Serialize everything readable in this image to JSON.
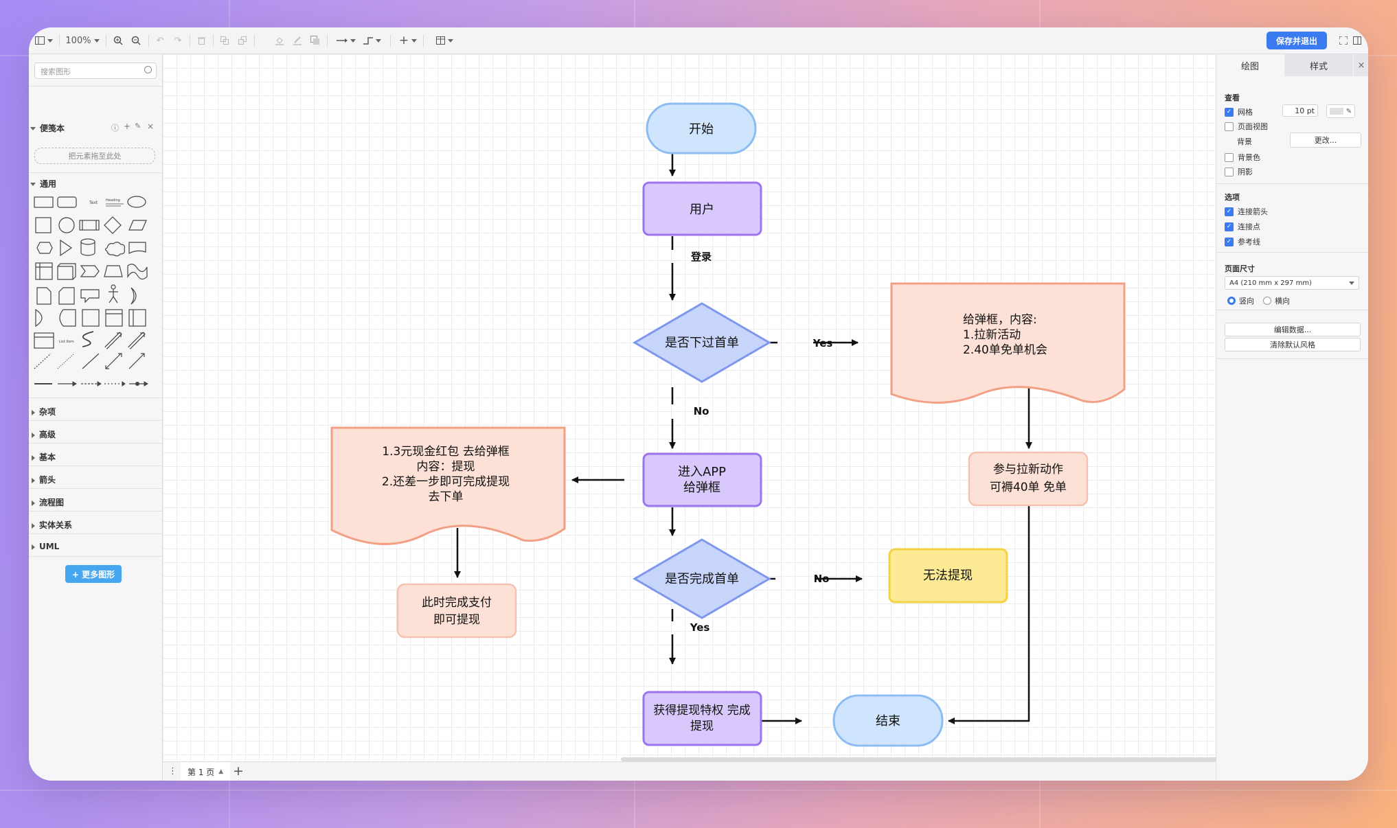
{
  "toolbar": {
    "zoom": "100%",
    "save_label": "保存并退出"
  },
  "left": {
    "search_placeholder": "搜索图形",
    "scratchpad_title": "便笺本",
    "dropzone": "把元素拖至此处",
    "general_title": "通用",
    "categories": [
      "杂项",
      "高级",
      "基本",
      "箭头",
      "流程图",
      "实体关系",
      "UML"
    ],
    "more_shapes": "+ 更多图形"
  },
  "page": {
    "tab": "第 1 页"
  },
  "right": {
    "tab_diagram": "绘图",
    "tab_style": "样式",
    "view_title": "查看",
    "grid": "网格",
    "grid_size": "10 pt",
    "page_view": "页面视图",
    "background": "背景",
    "change": "更改...",
    "bg_color": "背景色",
    "shadow": "阴影",
    "options_title": "选项",
    "connection_arrows": "连接箭头",
    "connection_points": "连接点",
    "guides": "参考线",
    "page_size_title": "页面尺寸",
    "page_size": "A4 (210 mm x 297 mm)",
    "portrait": "竖向",
    "landscape": "横向",
    "edit_data": "编辑数据...",
    "clear_style": "清除默认风格"
  },
  "diagram": {
    "start": "开始",
    "user": "用户",
    "login": "登录",
    "ordered": "是否下过首单",
    "yes1": "Yes",
    "popup1": [
      "给弹框，内容:",
      "1.拉新活动",
      "2.40单免单机会"
    ],
    "no1": "No",
    "enter_app": [
      "进入APP",
      "给弹框"
    ],
    "popup2": [
      "1.3元现金红包 去给弹框",
      "内容：提现",
      "2.还差一步即可完成提现",
      "去下单"
    ],
    "pay": [
      "此时完成支付",
      "即可提现"
    ],
    "invite": [
      "参与拉新动作",
      "可褥40单 免单"
    ],
    "completed": "是否完成首单",
    "no2": "No",
    "cannot": "无法提现",
    "yes2": "Yes",
    "privilege": [
      "获得提现特权 完成",
      "提现"
    ],
    "end": "结束"
  }
}
